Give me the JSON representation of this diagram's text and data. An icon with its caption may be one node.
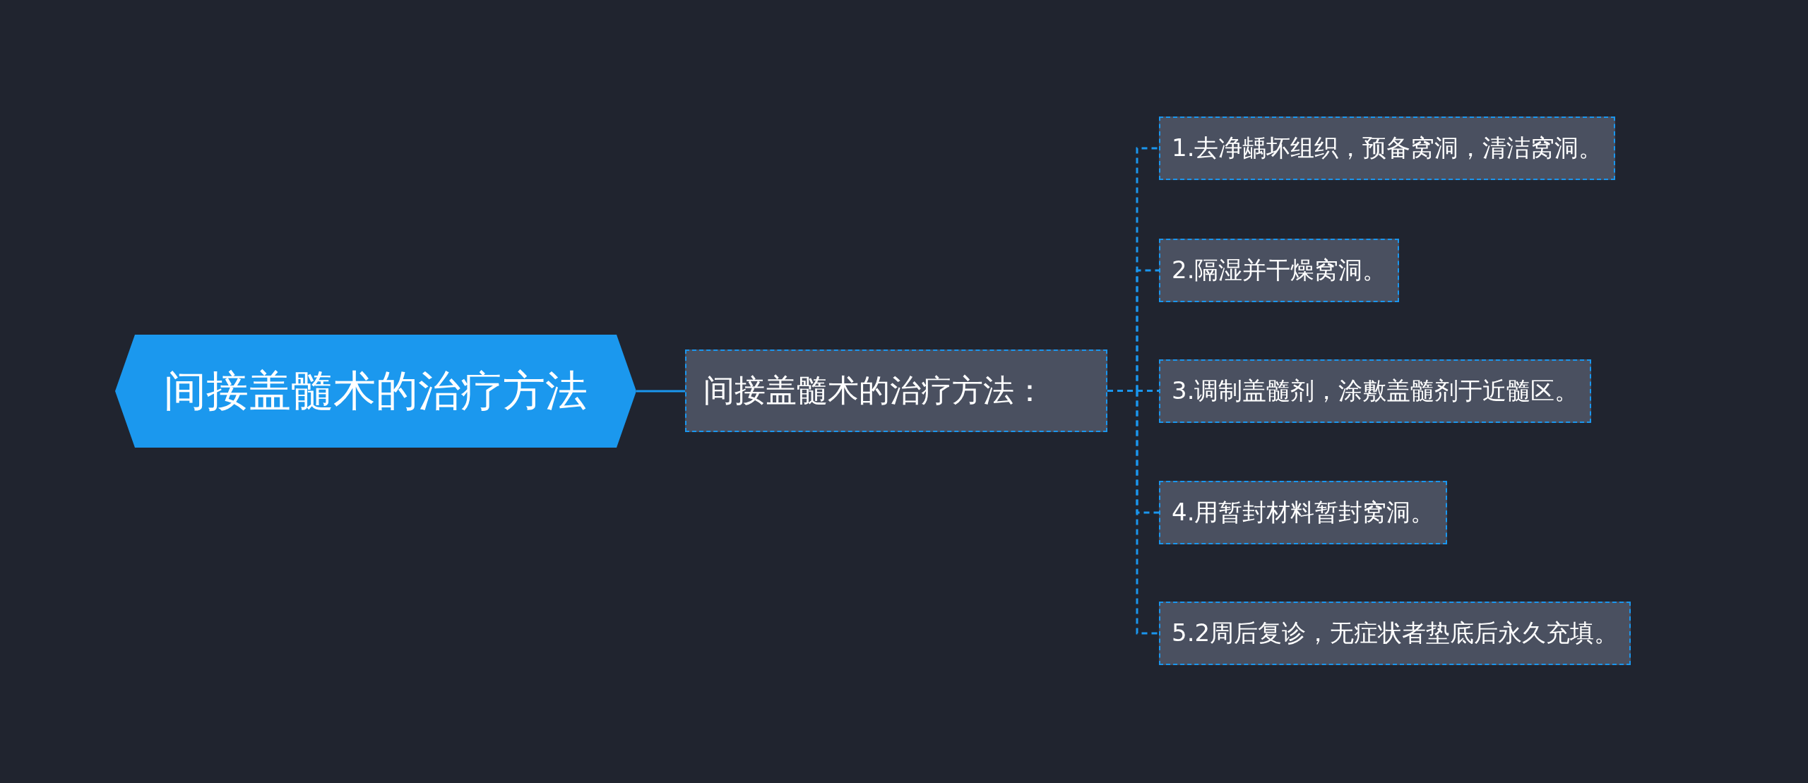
{
  "diagram": {
    "nodes": [
      {
        "text": [
          "间接盖髓术的治疗方法"
        ]
      },
      {
        "text": [
          "间接盖髓术的治疗方法："
        ]
      },
      {
        "text": [
          "1.去净龋坏组织，预备窝洞，清洁窝洞。"
        ]
      },
      {
        "text": [
          "2.隔湿并干燥窝洞。"
        ]
      },
      {
        "text": [
          "3.调制盖髓剂，涂敷盖髓剂于近髓区。"
        ]
      },
      {
        "text": [
          "4.用暂封材料暂封窝洞。"
        ]
      },
      {
        "text": [
          "5.2周后复诊，无症状者垫底后永久充填。"
        ]
      }
    ],
    "edges": [
      {
        "from": 0,
        "to": 1,
        "arrow": "none"
      },
      {
        "from": 1,
        "to": 2,
        "arrow": "none",
        "style": "dashed"
      },
      {
        "from": 1,
        "to": 3,
        "arrow": "none",
        "style": "dashed"
      },
      {
        "from": 1,
        "to": 4,
        "arrow": "none",
        "style": "dashed"
      },
      {
        "from": 1,
        "to": 5,
        "arrow": "none",
        "style": "dashed"
      },
      {
        "from": 1,
        "to": 6,
        "arrow": "none",
        "style": "dashed"
      }
    ]
  }
}
